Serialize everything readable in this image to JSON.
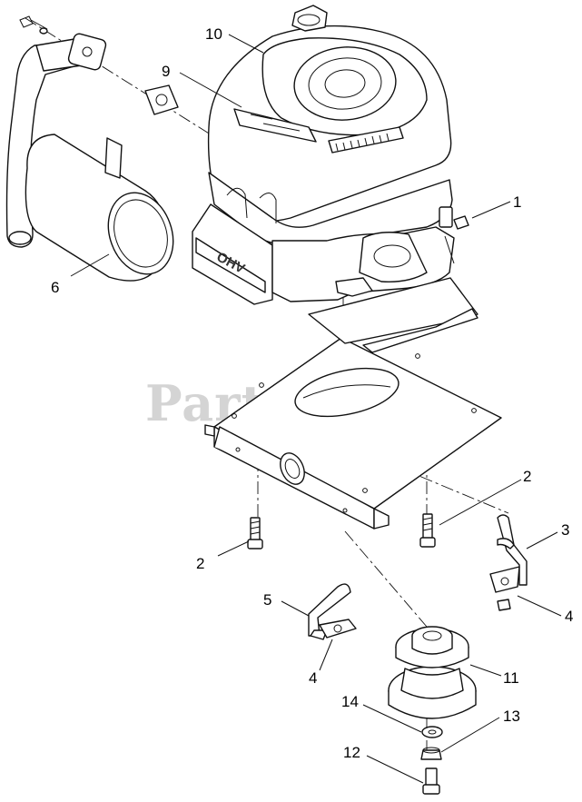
{
  "watermark": "PartsTree",
  "callouts": [
    "1",
    "2",
    "2",
    "3",
    "4",
    "4",
    "5",
    "6",
    "9",
    "10",
    "11",
    "12",
    "13",
    "14"
  ],
  "engine_label": "OHV",
  "colors": {
    "line": "#111111",
    "background": "#ffffff",
    "watermark": "#d4d4d4"
  }
}
